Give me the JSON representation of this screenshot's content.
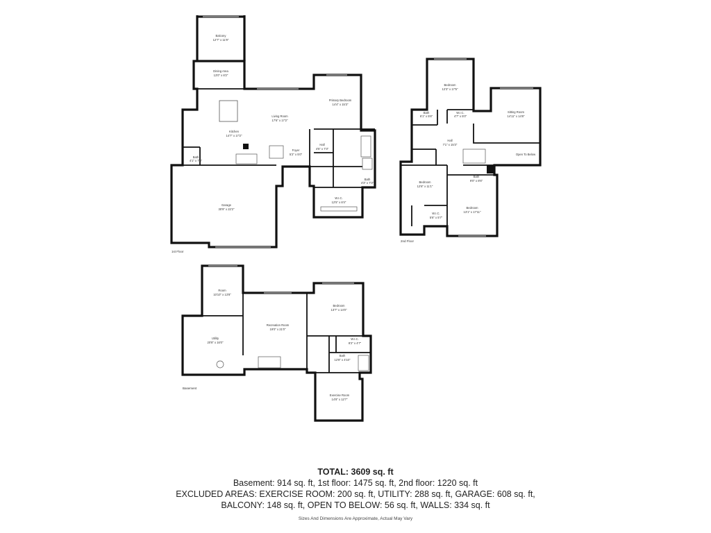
{
  "floors": {
    "first": {
      "label": "1st Floor",
      "rooms": [
        {
          "key": "balcony",
          "name": "Balcony",
          "dims": "12'7\" x 11'9\""
        },
        {
          "key": "dining",
          "name": "Dining Area",
          "dims": "13'0\" x 8'2\""
        },
        {
          "key": "living",
          "name": "Living Room",
          "dims": "17'6\" x 17'2\""
        },
        {
          "key": "kitchen",
          "name": "Kitchen",
          "dims": "14'7\" x 17'2\""
        },
        {
          "key": "primary",
          "name": "Primary Bedroom",
          "dims": "14'4\" x 15'3\""
        },
        {
          "key": "foyer",
          "name": "Foyer",
          "dims": "5'2\" x 5'0\""
        },
        {
          "key": "hall",
          "name": "Hall",
          "dims": "4'5\" x 7'3\""
        },
        {
          "key": "bath1",
          "name": "Bath",
          "dims": "4'1\" x 7'6\""
        },
        {
          "key": "wic1",
          "name": "W.I.C.",
          "dims": "12'5\" x 8'4\""
        },
        {
          "key": "garage",
          "name": "Garage",
          "dims": "30'9\" x 22'2\""
        },
        {
          "key": "primarybath",
          "name": "Bath",
          "dims": "4'3\" x 7'3\""
        }
      ]
    },
    "second": {
      "label": "2nd Floor",
      "rooms": [
        {
          "key": "bed_top",
          "name": "Bedroom",
          "dims": "12'3\" x 17'5\""
        },
        {
          "key": "sitting",
          "name": "Sitting Room",
          "dims": "14'11\" x 14'8\""
        },
        {
          "key": "bath_a",
          "name": "Bath",
          "dims": "6'1\" x 5'6\""
        },
        {
          "key": "wic_a",
          "name": "W.I.C.",
          "dims": "4'7\" x 5'0\""
        },
        {
          "key": "hall2",
          "name": "Hall",
          "dims": "7'1\" x 15'3\""
        },
        {
          "key": "open",
          "name": "Open To Below",
          "dims": ""
        },
        {
          "key": "bed_left",
          "name": "Bedroom",
          "dims": "12'8\" x 11'1\""
        },
        {
          "key": "bath_b",
          "name": "Bath",
          "dims": "9'0\" x 8'6\""
        },
        {
          "key": "wic_b",
          "name": "W.I.C.",
          "dims": "5'6\" x 5'7\""
        },
        {
          "key": "bed_right",
          "name": "Bedroom",
          "dims": "13'1\" x 17'11\""
        }
      ]
    },
    "basement": {
      "label": "Basement",
      "rooms": [
        {
          "key": "room",
          "name": "Room",
          "dims": "10'10\" x 13'8\""
        },
        {
          "key": "recreation",
          "name": "Recreation Room",
          "dims": "19'0\" x 21'0\""
        },
        {
          "key": "bed_b",
          "name": "Bedroom",
          "dims": "13'7\" x 14'0\""
        },
        {
          "key": "utility",
          "name": "Utility",
          "dims": "20'8\" x 16'0\""
        },
        {
          "key": "wic_c",
          "name": "W.I.C.",
          "dims": "8'2\" x 4'7\""
        },
        {
          "key": "bath_c",
          "name": "Bath",
          "dims": "12'8\" x 4'10\""
        },
        {
          "key": "exercise",
          "name": "Exercise Room",
          "dims": "14'8\" x 12'7\""
        }
      ]
    }
  },
  "summary": {
    "total": "TOTAL: 3609 sq. ft",
    "line1": "Basement: 914 sq. ft, 1st floor: 1475 sq. ft, 2nd floor: 1220 sq. ft",
    "line2": "EXCLUDED AREAS: EXERCISE ROOM: 200 sq. ft, UTILITY: 288 sq. ft, GARAGE: 608 sq. ft,",
    "line3": "BALCONY: 148 sq. ft, OPEN TO BELOW: 56 sq. ft, WALLS: 334 sq. ft",
    "disclaimer": "Sizes And Dimensions Are Approximate, Actual May Vary"
  }
}
